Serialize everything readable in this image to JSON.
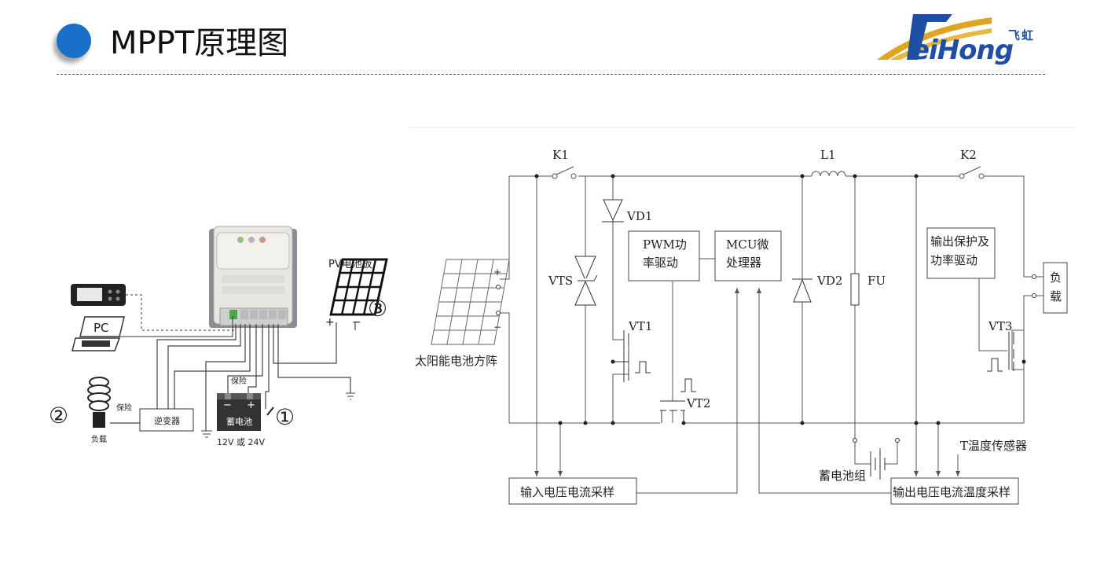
{
  "header": {
    "title": "MPPT原理图",
    "logo": {
      "cn": "飞虹",
      "en": "eiHong",
      "colors": {
        "blue": "#1f4fa3",
        "gold": "#e0a520"
      }
    }
  },
  "left_diagram": {
    "labels": {
      "pc": "PC",
      "pv_panel": "PV电池板",
      "plus": "+",
      "minus": "−",
      "marker_1": "①",
      "marker_2": "②",
      "marker_3": "③",
      "fuse_top": "保险",
      "fuse_left": "保险",
      "inverter": "逆变器",
      "battery": "蓄电池",
      "battery_voltage": "12V 或 24V",
      "load": "负载"
    }
  },
  "schematic": {
    "labels": {
      "k1": "K1",
      "k2": "K2",
      "l1": "L1",
      "vd1": "VD1",
      "vd2": "VD2",
      "vts": "VTS",
      "fu": "FU",
      "vt1": "VT1",
      "vt2": "VT2",
      "vt3": "VT3",
      "pwm_line1": "PWM功",
      "pwm_line2": "率驱动",
      "mcu_line1": "MCU微",
      "mcu_line2": "处理器",
      "outprot_line1": "输出保护及",
      "outprot_line2": "功率驱动",
      "load_line1": "负",
      "load_line2": "载",
      "solar_array": "太阳能电池方阵",
      "plus": "+",
      "minus": "−",
      "battery_group": "蓄电池组",
      "temp_sensor": "T温度传感器",
      "input_sample": "输入电压电流采样",
      "output_sample": "输出电压电流温度采样"
    }
  }
}
